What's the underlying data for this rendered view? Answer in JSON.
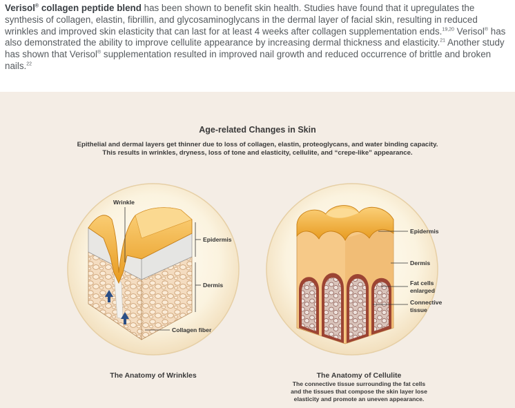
{
  "intro": {
    "bold": "Verisol",
    "bold_reg": "®",
    "bold_rest": " collagen peptide blend",
    "text1": " has been shown to benefit skin health. Studies have found that it upregulates the synthesis of collagen, elastin, fibrillin, and glycosaminoglycans in the dermal layer of facial skin, resulting in reduced wrinkles and improved skin elasticity that can last for at least 4 weeks after collagen supplementation ends.",
    "ref1": "19,20",
    "text2a": " Verisol",
    "reg": "®",
    "text2b": " has also demonstrated the ability to improve cellulite appearance by increasing dermal thickness and elasticity.",
    "ref2": "21",
    "text3a": " Another study has shown that Verisol",
    "text3b": " supplementation resulted in improved nail growth and reduced occurrence of brittle and broken nails.",
    "ref3": "22"
  },
  "figure": {
    "title": "Age-related Changes in Skin",
    "subtitle1": "Epithelial and dermal layers get thinner due to loss of collagen, elastin, proteoglycans, and water binding capacity.",
    "subtitle2": "This results in wrinkles, dryness, loss of tone and elasticity, cellulite, and “crepe-like” appearance.",
    "left": {
      "labels": {
        "wrinkle": "Wrinkle",
        "epidermis": "Epidermis",
        "dermis": "Dermis",
        "collagen": "Collagen fiber"
      },
      "caption": "The Anatomy of Wrinkles"
    },
    "right": {
      "labels": {
        "epidermis": "Epidermis",
        "dermis": "Dermis",
        "fat1": "Fat cells",
        "fat2": "enlarged",
        "conn1": "Connective",
        "conn2": "tissue"
      },
      "caption": "The Anatomy of Cellulite",
      "desc1": "The connective tissue surrounding the fat cells",
      "desc2": "and the tissues that compose the skin layer lose",
      "desc3": "elasticity and promote an uneven appearance."
    }
  }
}
